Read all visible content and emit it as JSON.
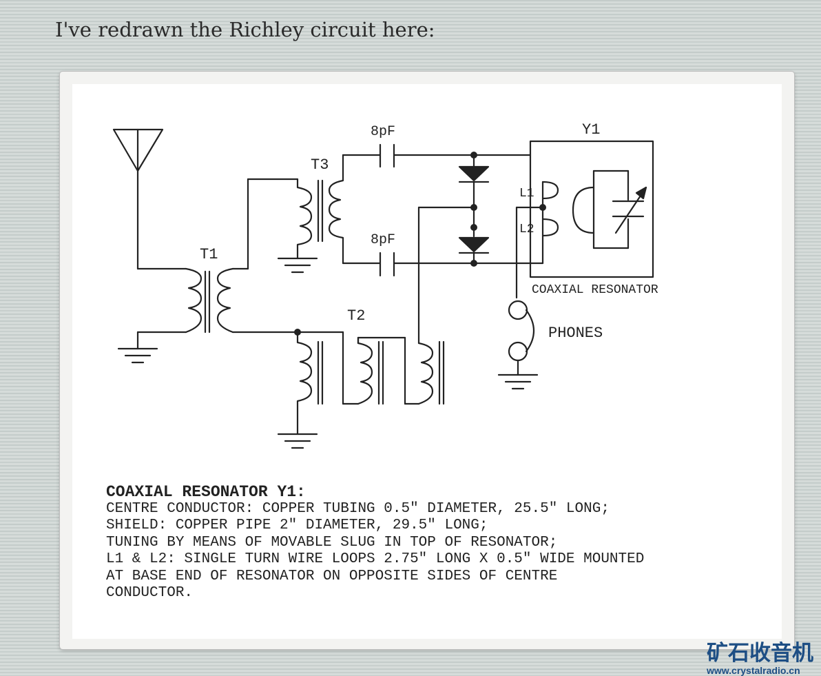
{
  "intro": "I've redrawn the Richley circuit here:",
  "schematic": {
    "labels": {
      "t1": "T1",
      "t2": "T2",
      "t3": "T3",
      "c_top": "8pF",
      "c_bottom": "8pF",
      "y1": "Y1",
      "l1": "L1",
      "l2": "L2",
      "resonator": "COAXIAL RESONATOR",
      "phones": "PHONES"
    }
  },
  "notes": {
    "title": "COAXIAL RESONATOR Y1:",
    "lines": [
      "CENTRE CONDUCTOR: COPPER TUBING 0.5\" DIAMETER, 25.5\" LONG;",
      "SHIELD: COPPER PIPE 2\" DIAMETER, 29.5\" LONG;",
      "TUNING BY MEANS OF MOVABLE SLUG IN TOP OF RESONATOR;",
      "L1 & L2: SINGLE TURN WIRE LOOPS 2.75\" LONG X 0.5\" WIDE MOUNTED",
      "AT BASE END OF RESONATOR ON OPPOSITE SIDES OF CENTRE",
      "CONDUCTOR."
    ]
  },
  "watermark": {
    "name": "矿石收音机",
    "url": "www.crystalradio.cn"
  }
}
